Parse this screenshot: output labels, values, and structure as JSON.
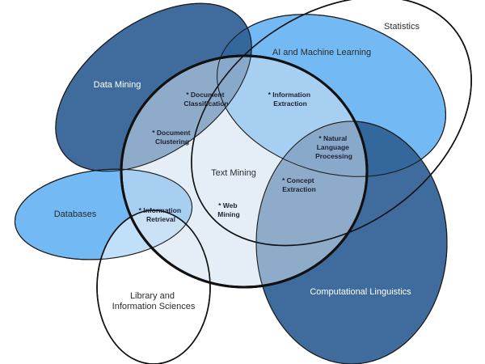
{
  "colors": {
    "data_mining": "#2f5f94",
    "ai_ml": "#5aaef2",
    "statistics": "#ffffff",
    "databases": "#5aaef2",
    "library": "#ffffff",
    "computational_linguistics": "#2f5f94",
    "text_mining": "#cfe0f1",
    "outline": "#111111"
  },
  "domains": {
    "data_mining": "Data Mining",
    "ai_ml": "AI and Machine Learning",
    "statistics": "Statistics",
    "databases": "Databases",
    "library": [
      "Library and",
      "Information Sciences"
    ],
    "computational_linguistics": "Computational Linguistics",
    "text_mining": "Text Mining"
  },
  "topics": {
    "document_classification": [
      "* Document",
      "Classification"
    ],
    "information_extraction": [
      "* Information",
      "Extraction"
    ],
    "document_clustering": [
      "* Document",
      "Clustering"
    ],
    "natural_language_processing": [
      "* Natural",
      "Language",
      "Processing"
    ],
    "concept_extraction": [
      "* Concept",
      "Extraction"
    ],
    "information_retrieval": [
      "* Information",
      "Retrieval"
    ],
    "web_mining": [
      "* Web",
      "Mining"
    ]
  }
}
